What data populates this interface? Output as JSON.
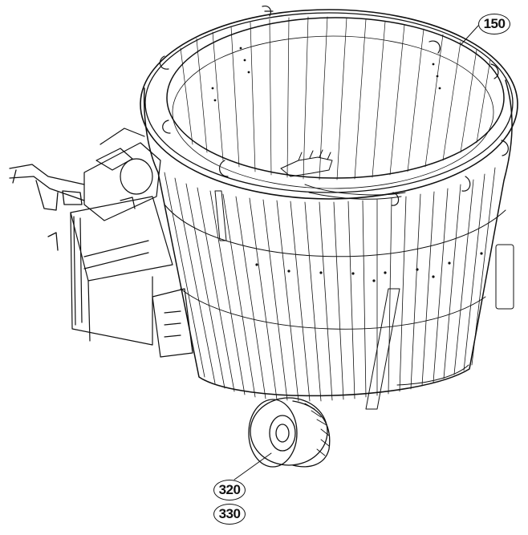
{
  "callouts": {
    "part_150": "150",
    "part_320": "320",
    "part_330": "330"
  },
  "colors": {
    "line": "#111111",
    "background": "#ffffff"
  }
}
